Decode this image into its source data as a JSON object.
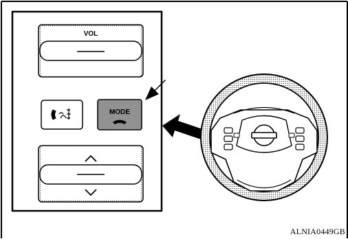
{
  "switch_panel": {
    "vol_label": "VOL",
    "mode_label": "MODE"
  },
  "figure_code": "ALNIA0449GB"
}
